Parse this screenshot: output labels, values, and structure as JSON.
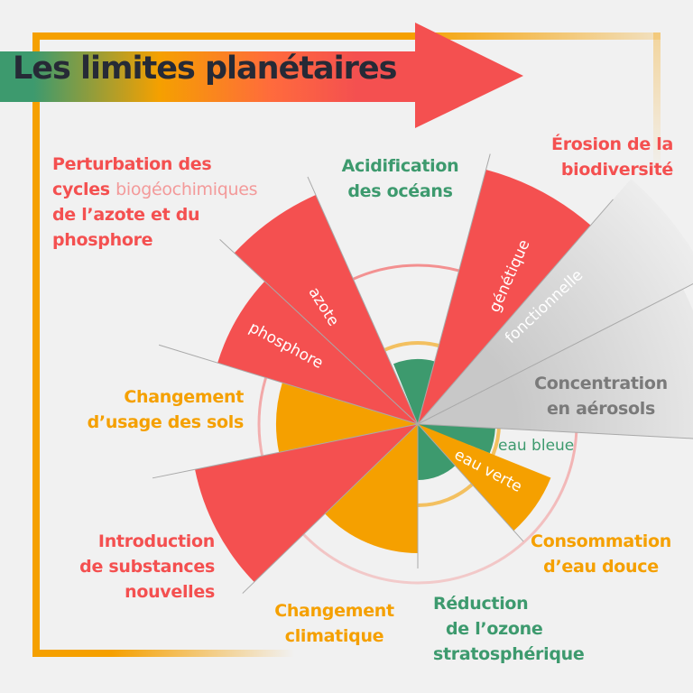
{
  "title": "Les limites planétaires",
  "colors": {
    "red": "#f45050",
    "orange": "#f5a000",
    "green": "#3d9a6e",
    "gray": "#7a7a7a",
    "pink": "#f39a9a",
    "title": "#262a36"
  },
  "labels": {
    "biogeo": {
      "line1": "Perturbation des",
      "line2a": "cycles ",
      "line2b": "biogéochimiques",
      "line3": "de l’azote et du",
      "line4": "phosphore"
    },
    "acid": {
      "line1": "Acidification",
      "line2": "des océans"
    },
    "biodiv": {
      "line1": "Érosion de la",
      "line2": "biodiversité"
    },
    "aerosol": {
      "line1": "Concentration",
      "line2": "en aérosols"
    },
    "sols": {
      "line1": "Changement",
      "line2": "d’usage des sols"
    },
    "eau": {
      "line1": "Consommation",
      "line2": "d’eau douce"
    },
    "substances": {
      "line1": "Introduction",
      "line2": "de substances",
      "line3": "nouvelles"
    },
    "climat": {
      "line1": "Changement",
      "line2": "climatique"
    },
    "ozone": {
      "line1": "Réduction",
      "line2": "de l’ozone",
      "line3": "stratosphérique"
    }
  },
  "wedge_labels": {
    "azote": "azote",
    "phosphore": "phosphore",
    "genetique": "génétique",
    "fonctionnelle": "fonctionnelle",
    "eau_verte": "eau verte",
    "eau_bleue": "eau bleue"
  }
}
